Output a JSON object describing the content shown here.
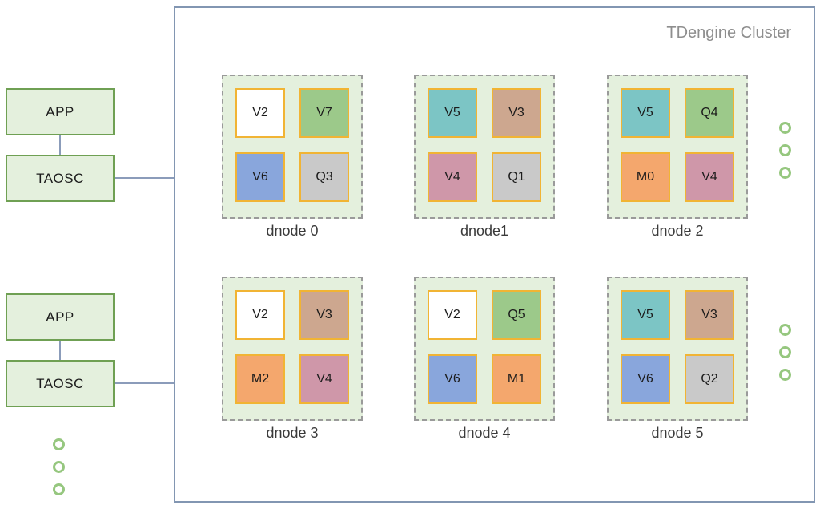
{
  "title": "TDengine Cluster",
  "palette": {
    "white": "#ffffff",
    "green": "#9cc98a",
    "blue": "#89a6dc",
    "gray": "#c9c9c9",
    "teal": "#7cc5c5",
    "tan": "#cda78f",
    "rose": "#cf97a9",
    "orange": "#f4a76d",
    "box_fill": "#e4f0dd",
    "box_border_green": "#6fa053",
    "cell_border": "#f1b434",
    "dashed_border": "#9a9a9a",
    "cluster_border": "#8296b2",
    "connector": "#8b9cba",
    "dot_ring": "#96c77f",
    "title_color": "#8e8e8e"
  },
  "left_panel": {
    "groups": [
      {
        "app": "APP",
        "client": "TAOSC"
      },
      {
        "app": "APP",
        "client": "TAOSC"
      }
    ],
    "ellipsis_dot_count": 3
  },
  "cluster": {
    "dnodes": [
      {
        "label": "dnode 0",
        "cells": [
          {
            "label": "V2",
            "color": "white"
          },
          {
            "label": "V7",
            "color": "green"
          },
          {
            "label": "V6",
            "color": "blue"
          },
          {
            "label": "Q3",
            "color": "gray"
          }
        ]
      },
      {
        "label": "dnode1",
        "cells": [
          {
            "label": "V5",
            "color": "teal"
          },
          {
            "label": "V3",
            "color": "tan"
          },
          {
            "label": "V4",
            "color": "rose"
          },
          {
            "label": "Q1",
            "color": "gray"
          }
        ]
      },
      {
        "label": "dnode 2",
        "cells": [
          {
            "label": "V5",
            "color": "teal"
          },
          {
            "label": "Q4",
            "color": "green"
          },
          {
            "label": "M0",
            "color": "orange"
          },
          {
            "label": "V4",
            "color": "rose"
          }
        ]
      },
      {
        "label": "dnode 3",
        "cells": [
          {
            "label": "V2",
            "color": "white"
          },
          {
            "label": "V3",
            "color": "tan"
          },
          {
            "label": "M2",
            "color": "orange"
          },
          {
            "label": "V4",
            "color": "rose"
          }
        ]
      },
      {
        "label": "dnode 4",
        "cells": [
          {
            "label": "V2",
            "color": "white"
          },
          {
            "label": "Q5",
            "color": "green"
          },
          {
            "label": "V6",
            "color": "blue"
          },
          {
            "label": "M1",
            "color": "orange"
          }
        ]
      },
      {
        "label": "dnode 5",
        "cells": [
          {
            "label": "V5",
            "color": "teal"
          },
          {
            "label": "V3",
            "color": "tan"
          },
          {
            "label": "V6",
            "color": "blue"
          },
          {
            "label": "Q2",
            "color": "gray"
          }
        ]
      }
    ],
    "right_ellipsis_dot_count": 3
  }
}
